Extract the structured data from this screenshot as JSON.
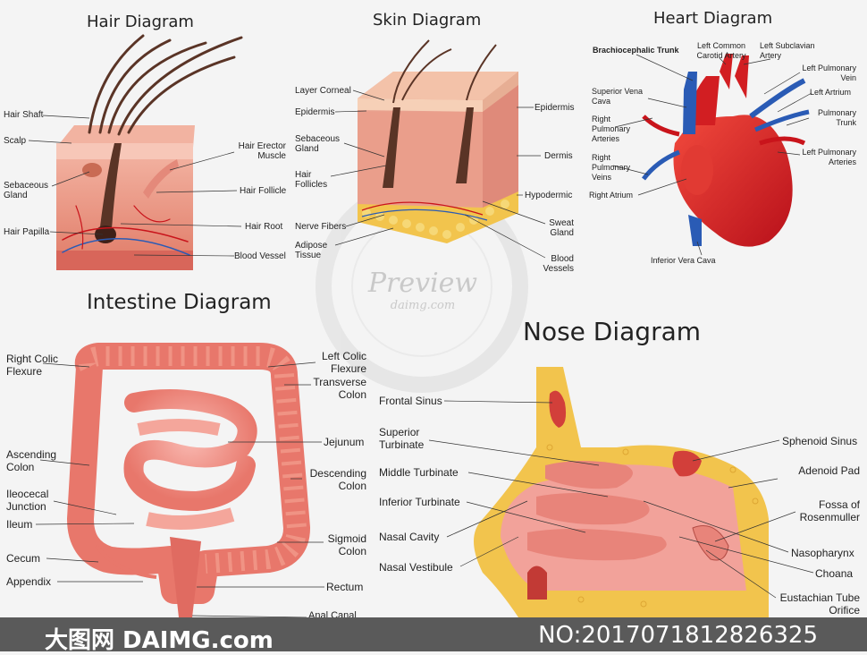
{
  "hair": {
    "title": "Hair Diagram",
    "labels": [
      "Hair Shaft",
      "Scalp",
      "Sebaceous Gland",
      "Hair Papilla",
      "Hair Erector Muscle",
      "Hair Follicle",
      "Hair Root",
      "Blood Vessel"
    ]
  },
  "skin": {
    "title": "Skin Diagram",
    "labels": [
      "Layer Corneal",
      "Epidermis",
      "Sebaceous Gland",
      "Hair Follicles",
      "Nerve Fibers",
      "Adipose Tissue",
      "Epidermis",
      "Dermis",
      "Hypodermic",
      "Sweat Gland",
      "Blood Vessels"
    ]
  },
  "heart": {
    "title": "Heart Diagram",
    "labels": [
      "Brachiocephalic Trunk",
      "Left Common Carotid Artery",
      "Left Subclavian Artery",
      "Left Pulmonary Vein",
      "Left Artrium",
      "Pulmonary Trunk",
      "Left Pulmonary Arteries",
      "Superior Vena Cava",
      "Right Pulmonary Arteries",
      "Right Pulmonary Veins",
      "Right Atrium",
      "Inferior Vera Cava"
    ]
  },
  "intestine": {
    "title": "Intestine Diagram",
    "labels": [
      "Right Colic Flexure",
      "Ascending Colon",
      "Ileocecal Junction",
      "Ileum",
      "Cecum",
      "Appendix",
      "Left Colic Flexure",
      "Transverse Colon",
      "Jejunum",
      "Descending Colon",
      "Sigmoid Colon",
      "Rectum",
      "Anal Canal"
    ]
  },
  "nose": {
    "title": "Nose Diagram",
    "labels": [
      "Frontal Sinus",
      "Superior Turbinate",
      "Middle Turbinate",
      "Inferior Turbinate",
      "Nasal Cavity",
      "Nasal Vestibule",
      "Sphenoid Sinus",
      "Adenoid Pad",
      "Fossa of Rosenmuller",
      "Nasopharynx",
      "Choana",
      "Eustachian Tube Orifice"
    ]
  },
  "watermark": {
    "main": "Preview",
    "sub": "daimg.com"
  },
  "footer": {
    "left": "大图网 DAIMG.com",
    "right": "NO:20170718128263​25"
  },
  "colors": {
    "skin": "#e9a08e",
    "vessel_red": "#c9141b",
    "vessel_blue": "#2a5bb5",
    "fat": "#f2c44d",
    "intestine": "#ec7f73",
    "footer": "#5a5a5a"
  }
}
